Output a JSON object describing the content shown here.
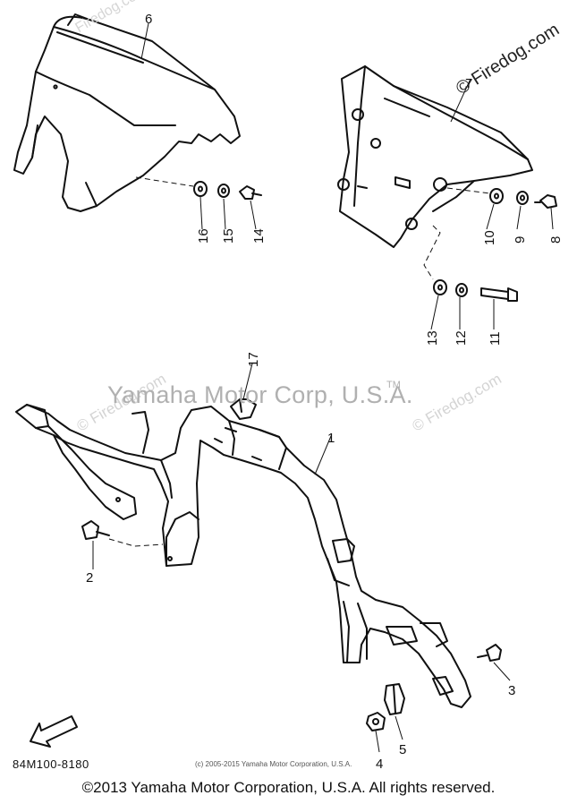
{
  "watermarks": {
    "site_top": "© Firedog.com",
    "site_faint": "Firedog.com",
    "site_mid_left": "© Firedog.com",
    "site_mid_right": "© Firedog.com",
    "corp": "Yamaha Motor Corp, U.S.A.",
    "tm": "TM"
  },
  "callouts": [
    "1",
    "2",
    "3",
    "4",
    "5",
    "6",
    "7",
    "8",
    "9",
    "10",
    "11",
    "12",
    "13",
    "14",
    "15",
    "16",
    "17"
  ],
  "fwd_label": "FWD",
  "part_code": "84M100-8180",
  "small_copyright": "(c) 2005-2015 Yamaha Motor Corporation, U.S.A.",
  "footer": "©2013 Yamaha Motor Corporation, U.S.A. All rights reserved."
}
